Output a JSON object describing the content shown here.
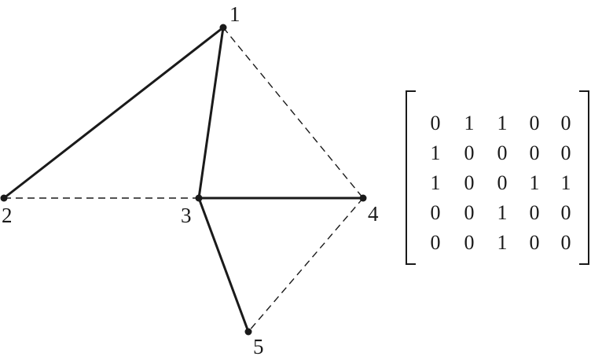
{
  "graph": {
    "nodes": [
      {
        "id": "1",
        "label": "1"
      },
      {
        "id": "2",
        "label": "2"
      },
      {
        "id": "3",
        "label": "3"
      },
      {
        "id": "4",
        "label": "4"
      },
      {
        "id": "5",
        "label": "5"
      }
    ],
    "edges": [
      {
        "from": "1",
        "to": "2",
        "style": "solid"
      },
      {
        "from": "1",
        "to": "3",
        "style": "solid"
      },
      {
        "from": "1",
        "to": "4",
        "style": "dashed"
      },
      {
        "from": "2",
        "to": "3",
        "style": "dashed"
      },
      {
        "from": "3",
        "to": "4",
        "style": "solid"
      },
      {
        "from": "3",
        "to": "5",
        "style": "solid"
      },
      {
        "from": "4",
        "to": "5",
        "style": "dashed"
      }
    ]
  },
  "matrix": {
    "rows": [
      [
        "0",
        "1",
        "1",
        "0",
        "0"
      ],
      [
        "1",
        "0",
        "0",
        "0",
        "0"
      ],
      [
        "1",
        "0",
        "0",
        "1",
        "1"
      ],
      [
        "0",
        "0",
        "1",
        "0",
        "0"
      ],
      [
        "0",
        "0",
        "1",
        "0",
        "0"
      ]
    ]
  },
  "colors": {
    "ink": "#1a1a1a",
    "background": "#ffffff"
  }
}
